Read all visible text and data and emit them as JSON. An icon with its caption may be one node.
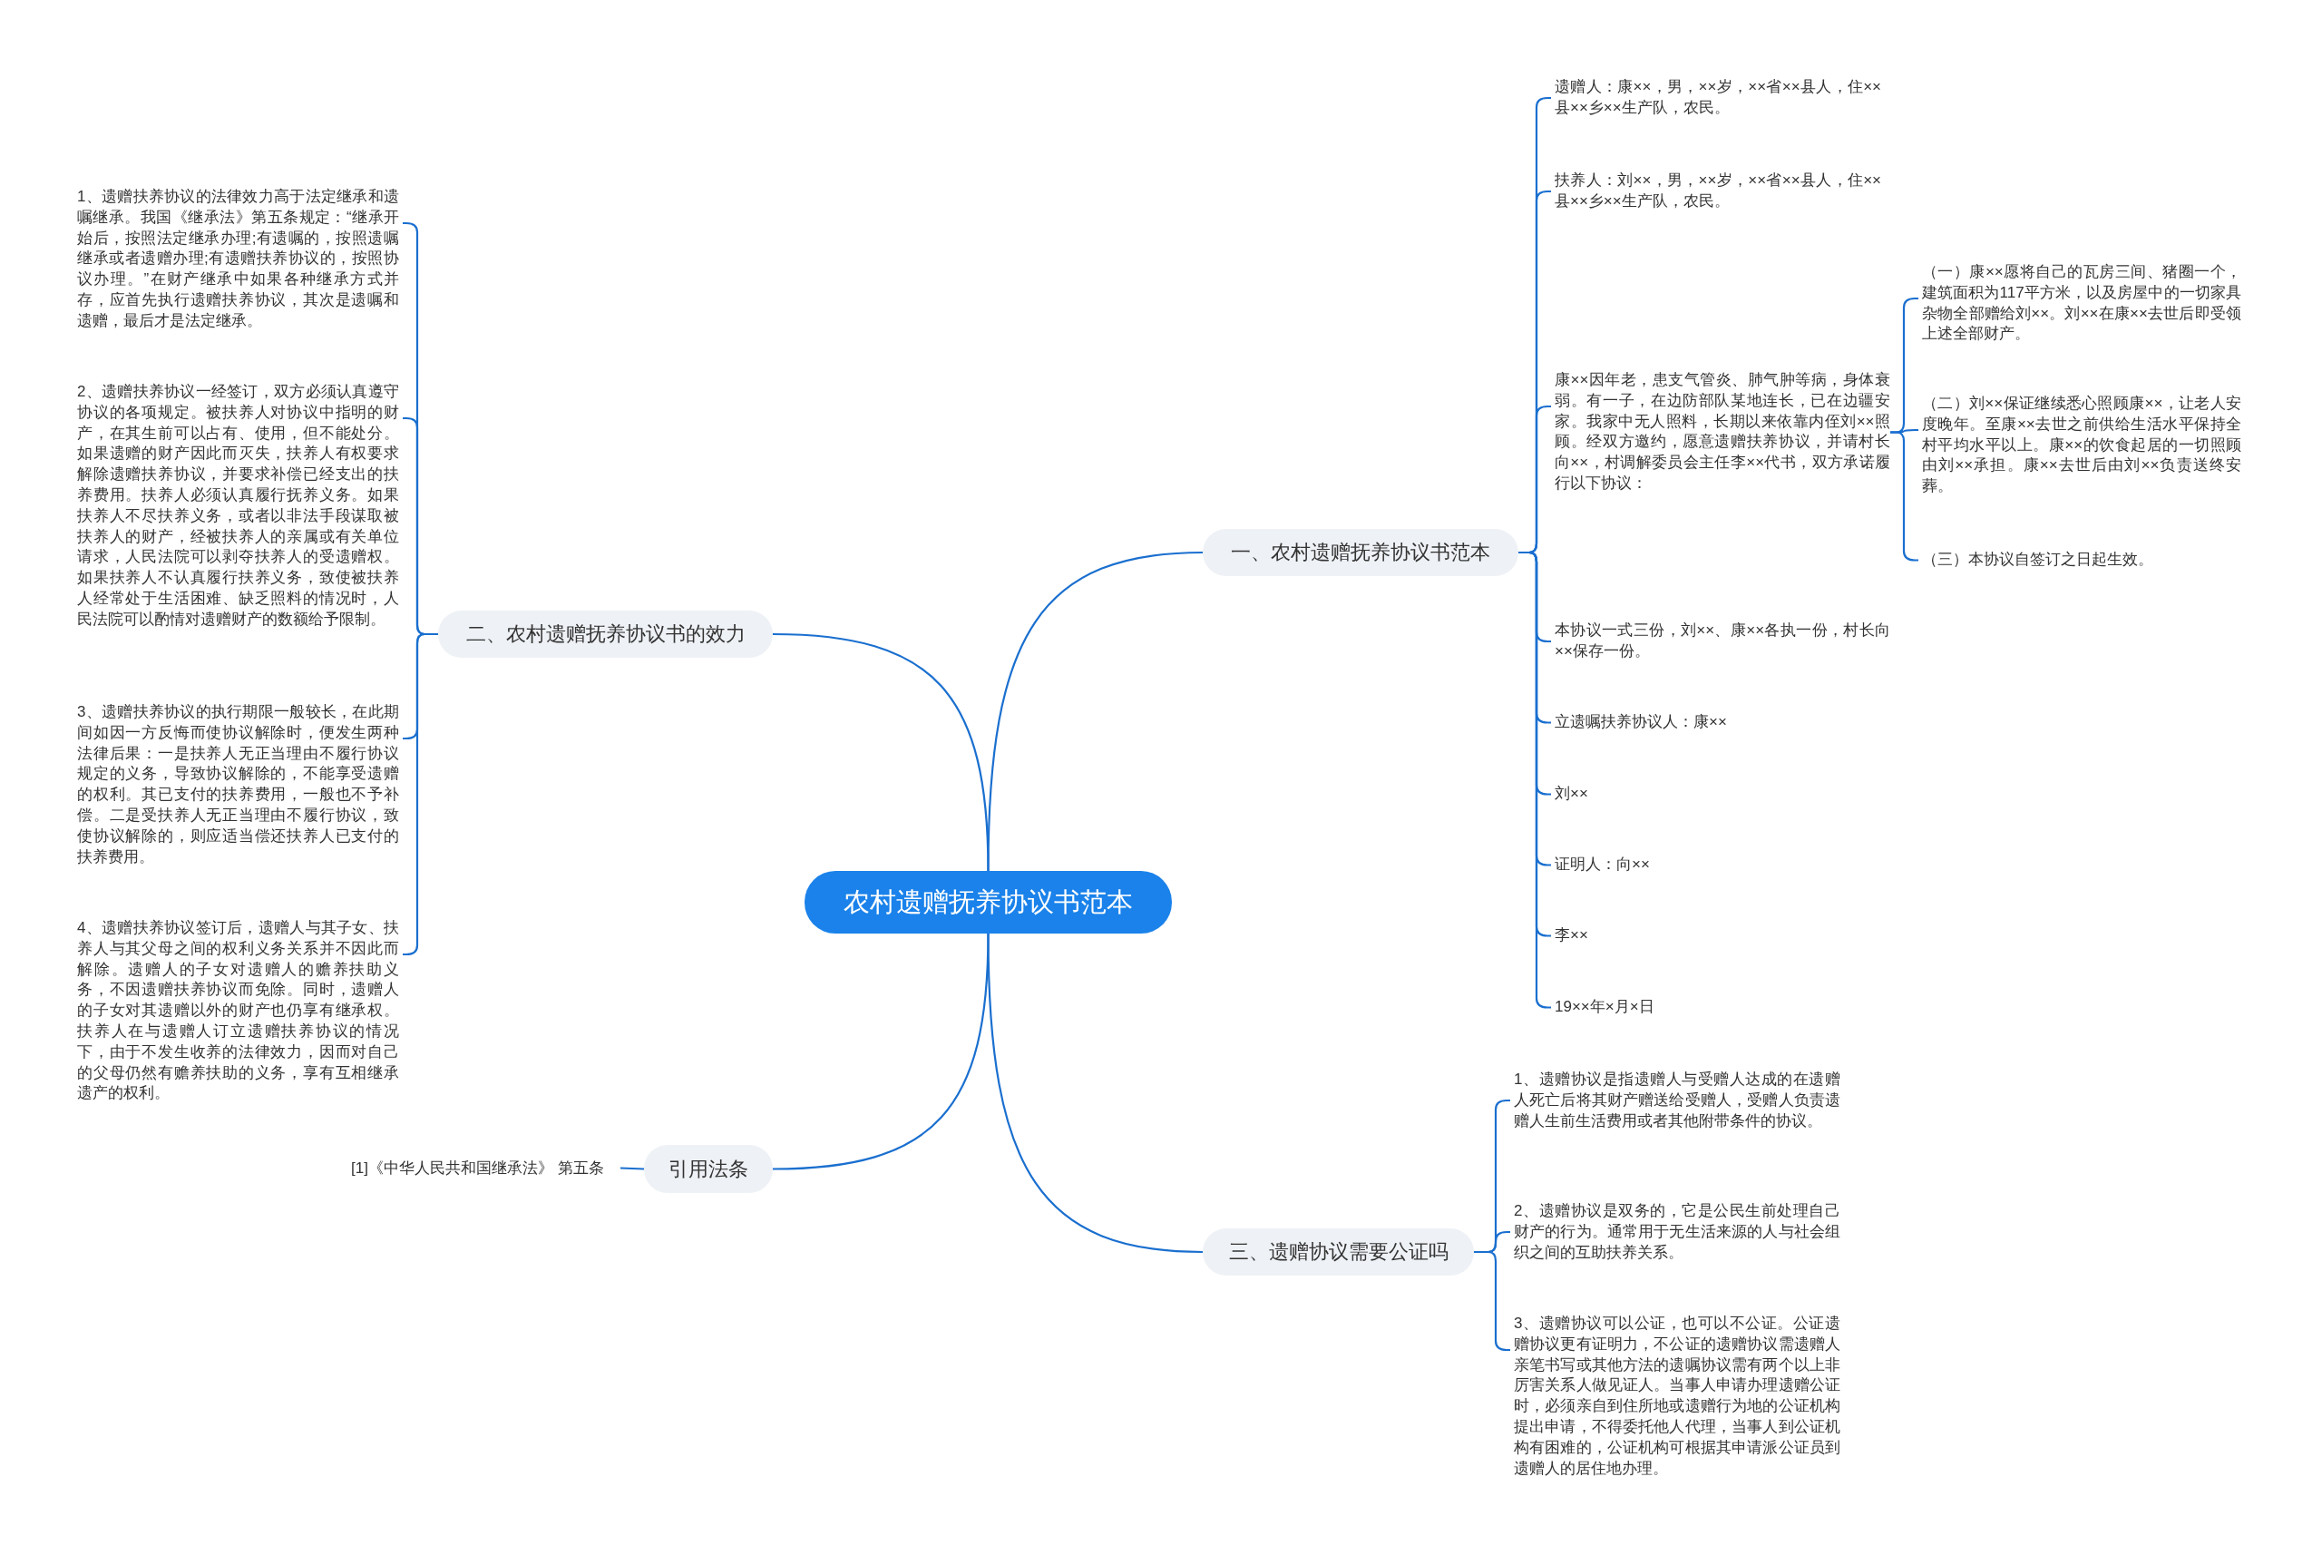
{
  "diagram": {
    "nodes": [
      {
        "text": [
          "农村遗赠抚养协议书范本"
        ]
      },
      {
        "text": [
          "一、农村遗赠抚养协议书范本"
        ]
      },
      {
        "text": [
          "遗赠人：康××，男，××岁，××省××县人，住××县××乡××生产队，农民。"
        ]
      },
      {
        "text": [
          "扶养人：刘××，男，××岁，××省××县人，住××县××乡××生产队，农民。"
        ]
      },
      {
        "text": [
          "康××因年老，患支气管炎、肺气肿等病，身体衰弱。有一子，在边防部队某地连长，已在边疆安家。我家中无人照料，长期以来依靠内侄刘××照顾。经双方邀约，愿意遗赠扶养协议，并请村长向××，村调解委员会主任李××代书，双方承诺履行以下协议："
        ]
      },
      {
        "text": [
          "（一）康××愿将自己的瓦房三间、猪圈一个，建筑面积为117平方米，以及房屋中的一切家具杂物全部赠给刘××。刘××在康××去世后即受领上述全部财产。"
        ]
      },
      {
        "text": [
          "（二）刘××保证继续悉心照顾康××，让老人安度晚年。至康××去世之前供给生活水平保持全村平均水平以上。康××的饮食起居的一切照顾由刘××承担。康××去世后由刘××负责送终安葬。"
        ]
      },
      {
        "text": [
          "（三）本协议自签订之日起生效。"
        ]
      },
      {
        "text": [
          "本协议一式三份，刘××、康××各执一份，村长向××保存一份。"
        ]
      },
      {
        "text": [
          "立遗嘱扶养协议人：康××"
        ]
      },
      {
        "text": [
          "刘××"
        ]
      },
      {
        "text": [
          "证明人：向××"
        ]
      },
      {
        "text": [
          "李××"
        ]
      },
      {
        "text": [
          "19××年×月×日"
        ]
      },
      {
        "text": [
          "二、农村遗赠抚养协议书的效力"
        ]
      },
      {
        "text": [
          "1、遗赠扶养协议的法律效力高于法定继承和遗嘱继承。我国《继承法》第五条规定：“继承开始后，按照法定继承办理;有遗嘱的，按照遗嘱继承或者遗赠办理;有遗赠扶养协议的，按照协议办理。”在财产继承中如果各种继承方式并存，应首先执行遗赠扶养协议，其次是遗嘱和遗赠，最后才是法定继承。"
        ]
      },
      {
        "text": [
          "2、遗赠扶养协议一经签订，双方必须认真遵守协议的各项规定。被扶养人对协议中指明的财产，在其生前可以占有、使用，但不能处分。如果遗赠的财产因此而灭失，扶养人有权要求解除遗赠扶养协议，并要求补偿已经支出的扶养费用。扶养人必须认真履行抚养义务。如果扶养人不尽扶养义务，或者以非法手段谋取被扶养人的财产，经被扶养人的亲属或有关单位请求，人民法院可以剥夺扶养人的受遗赠权。如果扶养人不认真履行扶养义务，致使被扶养人经常处于生活困难、缺乏照料的情况时，人民法院可以酌情对遗赠财产的数额给予限制。"
        ]
      },
      {
        "text": [
          "3、遗赠扶养协议的执行期限一般较长，在此期间如因一方反悔而使协议解除时，便发生两种法律后果：一是扶养人无正当理由不履行协议规定的义务，导致协议解除的，不能享受遗赠的权利。其已支付的扶养费用，一般也不予补偿。二是受扶养人无正当理由不履行协议，致使协议解除的，则应适当偿还扶养人已支付的扶养费用。"
        ]
      },
      {
        "text": [
          "4、遗赠扶养协议签订后，遗赠人与其子女、扶养人与其父母之间的权利义务关系并不因此而解除。遗赠人的子女对遗赠人的赡养扶助义务，不因遗赠扶养协议而免除。同时，遗赠人的子女对其遗赠以外的财产也仍享有继承权。扶养人在与遗赠人订立遗赠扶养协议的情况下，由于不发生收养的法律效力，因而对自己的父母仍然有赡养扶助的义务，享有互相继承遗产的权利。"
        ]
      },
      {
        "text": [
          "引用法条"
        ]
      },
      {
        "text": [
          "[1]《中华人民共和国继承法》 第五条"
        ]
      },
      {
        "text": [
          "三、遗赠协议需要公证吗"
        ]
      },
      {
        "text": [
          "1、遗赠协议是指遗赠人与受赠人达成的在遗赠人死亡后将其财产赠送给受赠人，受赠人负责遗赠人生前生活费用或者其他附带条件的协议。"
        ]
      },
      {
        "text": [
          "2、遗赠协议是双务的，它是公民生前处理自己财产的行为。通常用于无生活来源的人与社会组织之间的互助扶养关系。"
        ]
      },
      {
        "text": [
          "3、遗赠协议可以公证，也可以不公证。公证遗赠协议更有证明力，不公证的遗赠协议需遗赠人亲笔书写或其他方法的遗嘱协议需有两个以上非厉害关系人做见证人。当事人申请办理遗赠公证时，必须亲自到住所地或遗赠行为地的公证机构提出申请，不得委托他人代理，当事人到公证机构有困难的，公证机构可根据其申请派公证员到遗赠人的居住地办理。"
        ]
      }
    ],
    "edges": [
      {
        "from": 0,
        "to": 1,
        "arrow": "none"
      },
      {
        "from": 1,
        "to": 2,
        "arrow": "none"
      },
      {
        "from": 1,
        "to": 3,
        "arrow": "none"
      },
      {
        "from": 1,
        "to": 4,
        "arrow": "none"
      },
      {
        "from": 4,
        "to": 5,
        "arrow": "none"
      },
      {
        "from": 4,
        "to": 6,
        "arrow": "none"
      },
      {
        "from": 4,
        "to": 7,
        "arrow": "none"
      },
      {
        "from": 1,
        "to": 8,
        "arrow": "none"
      },
      {
        "from": 1,
        "to": 9,
        "arrow": "none"
      },
      {
        "from": 1,
        "to": 10,
        "arrow": "none"
      },
      {
        "from": 1,
        "to": 11,
        "arrow": "none"
      },
      {
        "from": 1,
        "to": 12,
        "arrow": "none"
      },
      {
        "from": 1,
        "to": 13,
        "arrow": "none"
      },
      {
        "from": 0,
        "to": 14,
        "arrow": "none"
      },
      {
        "from": 14,
        "to": 15,
        "arrow": "none"
      },
      {
        "from": 14,
        "to": 16,
        "arrow": "none"
      },
      {
        "from": 14,
        "to": 17,
        "arrow": "none"
      },
      {
        "from": 14,
        "to": 18,
        "arrow": "none"
      },
      {
        "from": 0,
        "to": 19,
        "arrow": "none"
      },
      {
        "from": 19,
        "to": 20,
        "arrow": "none"
      },
      {
        "from": 0,
        "to": 21,
        "arrow": "none"
      },
      {
        "from": 21,
        "to": 22,
        "arrow": "none"
      },
      {
        "from": 21,
        "to": 23,
        "arrow": "none"
      },
      {
        "from": 21,
        "to": 24,
        "arrow": "none"
      }
    ]
  }
}
